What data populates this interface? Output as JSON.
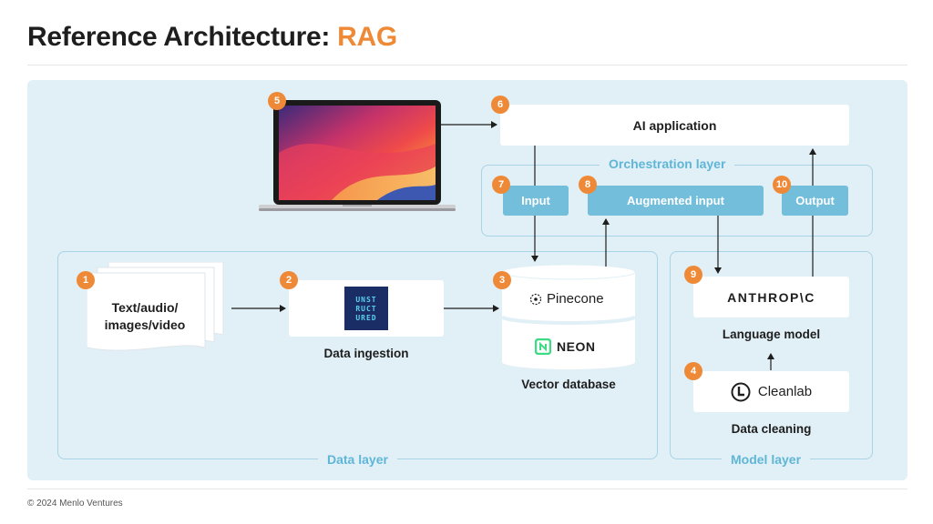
{
  "title": {
    "main": "Reference Architecture: ",
    "accent": "RAG"
  },
  "footer": "© 2024 Menlo Ventures",
  "layers": {
    "orchestration": "Orchestration layer",
    "data": "Data layer",
    "model": "Model layer"
  },
  "nodes": {
    "ai_app": "AI application",
    "input": "Input",
    "augmented_input": "Augmented input",
    "output": "Output",
    "sources": "Text/audio/\nimages/video",
    "data_ingestion": "Data ingestion",
    "vector_db": "Vector database",
    "pinecone": "Pinecone",
    "neon": "NEON",
    "anthropic": "ANTHROP\\C",
    "language_model": "Language model",
    "cleanlab": "Cleanlab",
    "data_cleaning": "Data cleaning",
    "unstructured": [
      "UNST",
      "RUCT",
      "URED"
    ]
  },
  "badges": [
    "1",
    "2",
    "3",
    "4",
    "5",
    "6",
    "7",
    "8",
    "9",
    "10"
  ],
  "colors": {
    "accent": "#ee8a37",
    "canvas": "#e1eff6",
    "pill": "#72bedb",
    "layer_border": "#a9d4e6",
    "neon_green": "#3ddc84"
  }
}
